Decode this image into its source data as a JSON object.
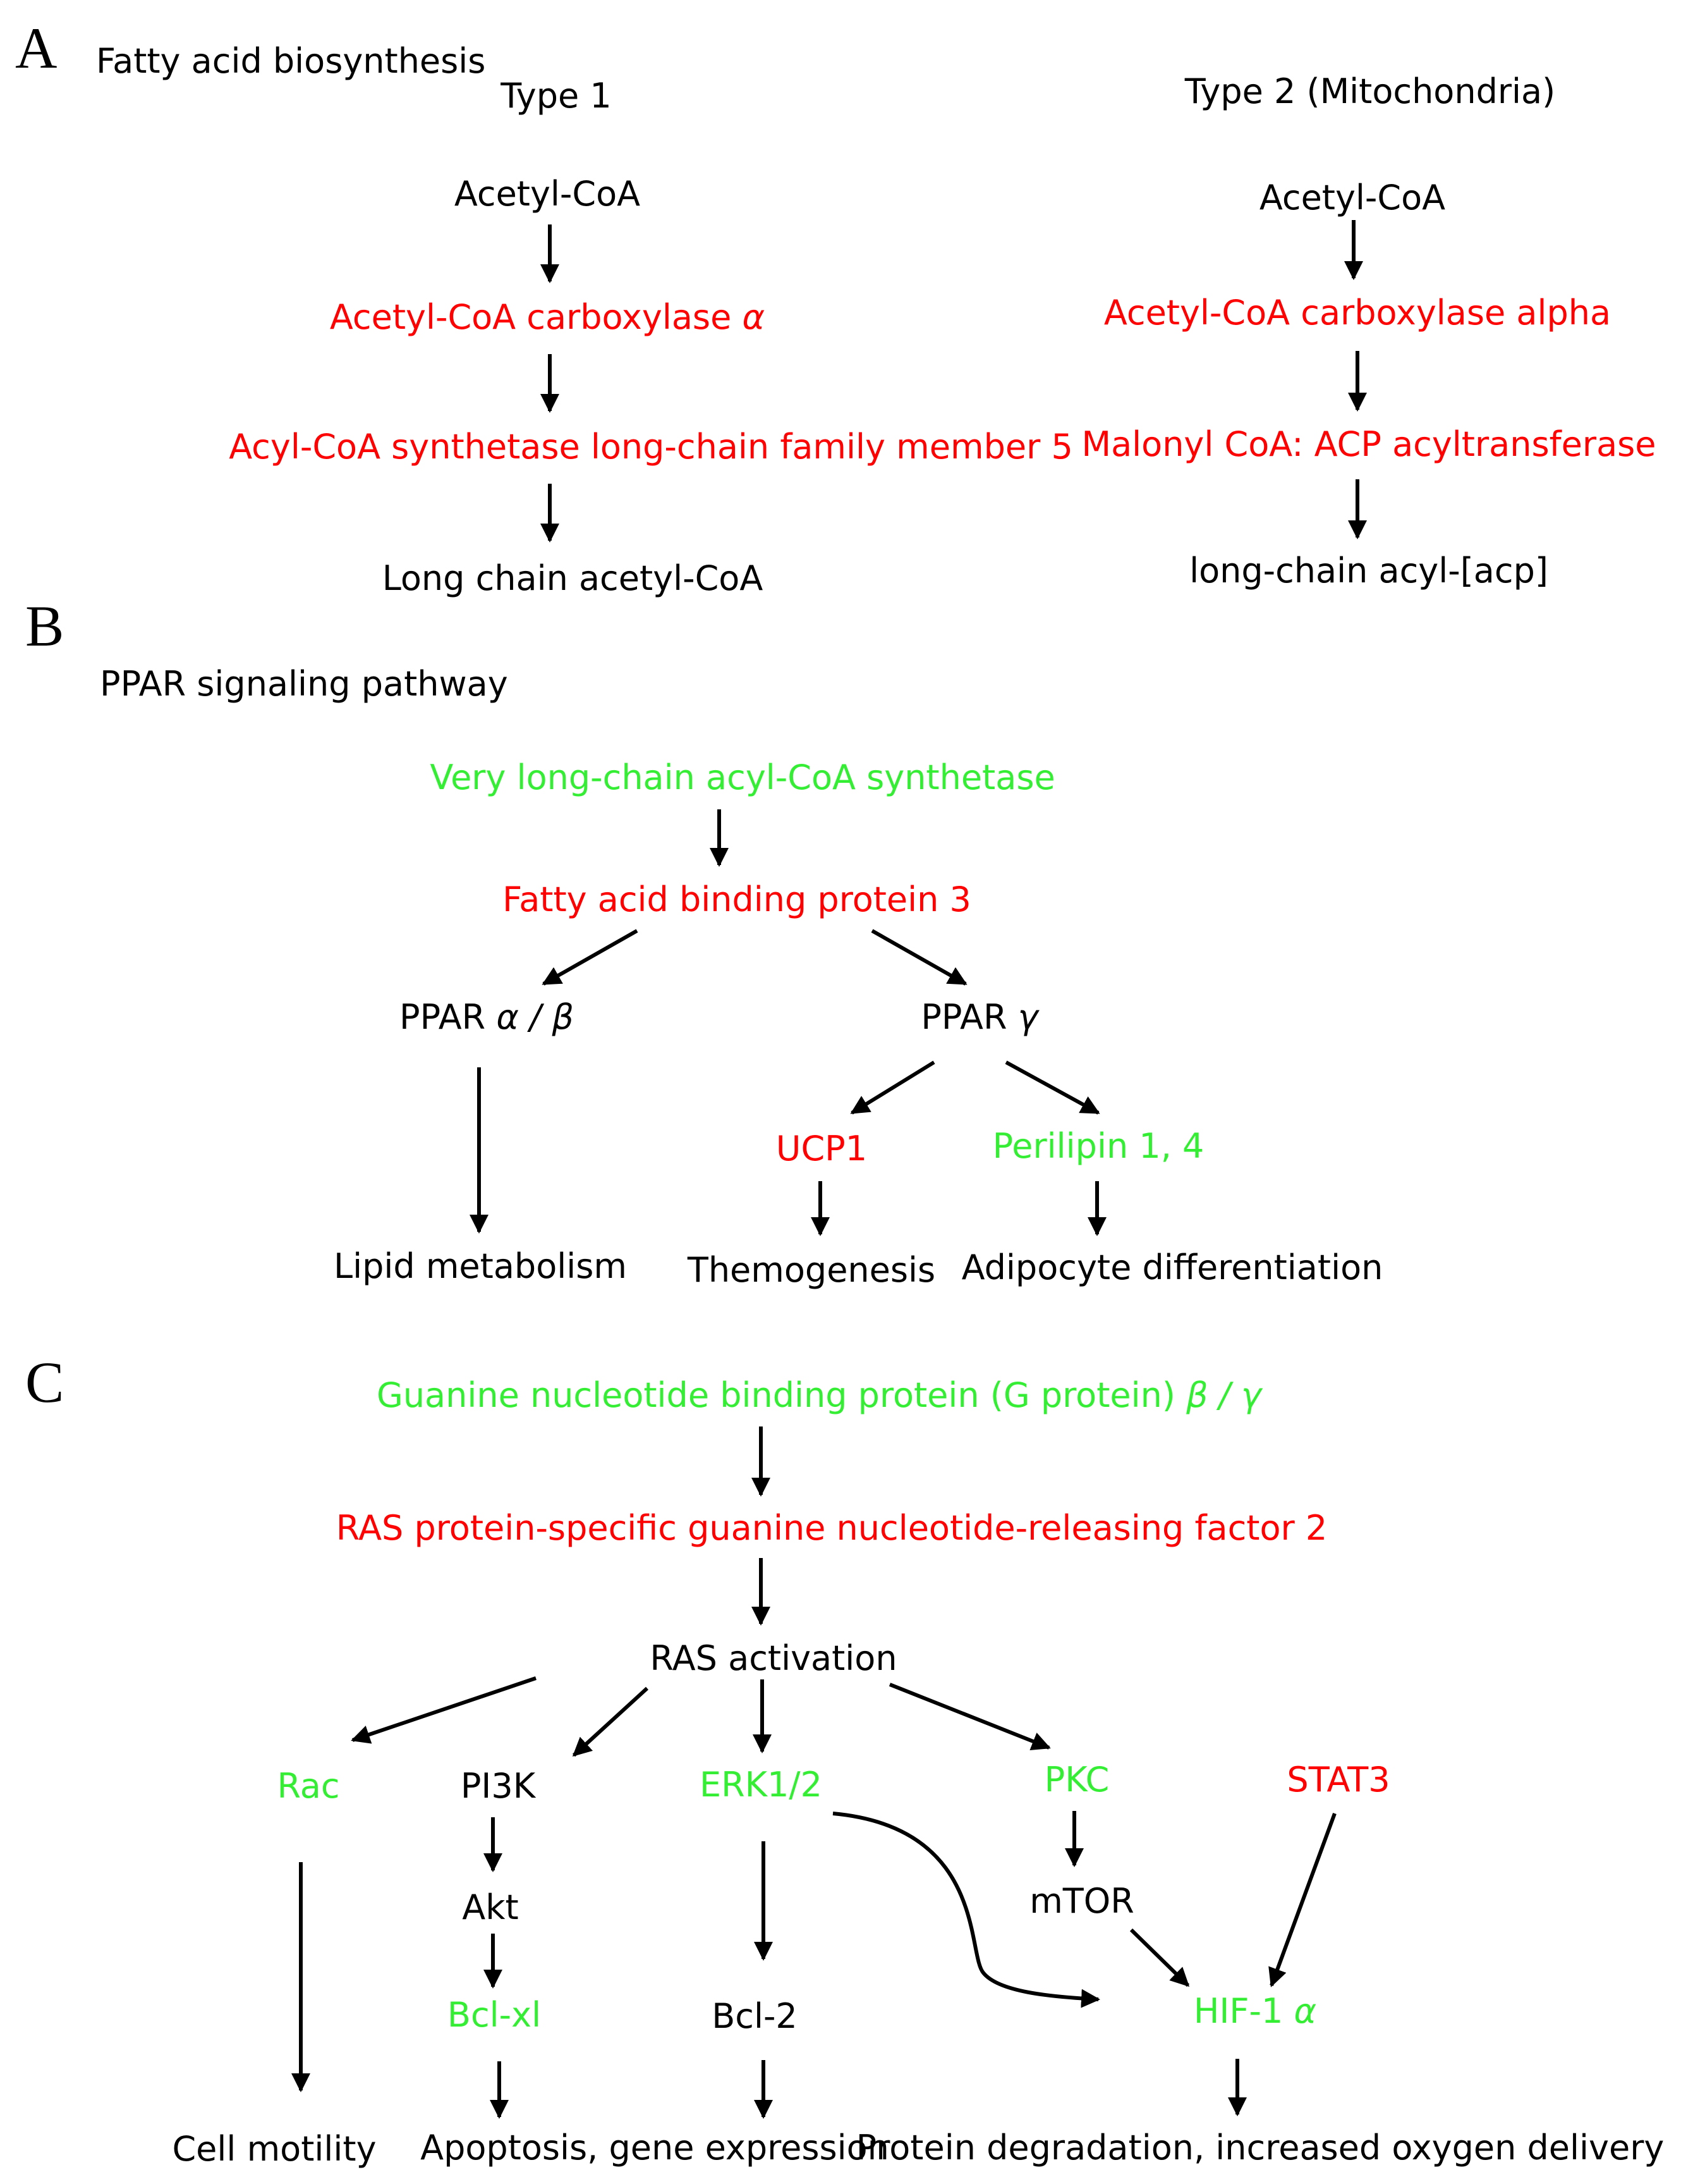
{
  "colors": {
    "up": "#ff0000",
    "down": "#33ee33",
    "neutral": "#000000"
  },
  "panel_a": {
    "letter": "A",
    "title": "Fatty acid biosynthesis",
    "type1": {
      "header": "Type 1",
      "n1": "Acetyl-CoA",
      "n2": "Acetyl-CoA carboxylase",
      "n2_greek": "α",
      "n3": "Acyl-CoA synthetase long-chain family member 5",
      "n4": "Long chain acetyl-CoA"
    },
    "type2": {
      "header": "Type 2 (Mitochondria)",
      "n1": "Acetyl-CoA",
      "n2": "Acetyl-CoA carboxylase alpha",
      "n3": "Malonyl CoA: ACP acyltransferase",
      "n4": "long-chain acyl-[acp]"
    }
  },
  "panel_b": {
    "letter": "B",
    "title": "PPAR signaling pathway",
    "vlcs": "Very long-chain acyl-CoA synthetase",
    "fabp3": "Fatty acid binding protein 3",
    "ppar_ab": "PPAR",
    "ppar_ab_greek": "α / β",
    "ppar_g": "PPAR",
    "ppar_g_greek": "γ",
    "ucp1": "UCP1",
    "perilipin": "Perilipin 1, 4",
    "lipid": "Lipid metabolism",
    "thermo": "Themogenesis",
    "adipo": "Adipocyte differentiation"
  },
  "panel_c": {
    "letter": "C",
    "gprotein": "Guanine nucleotide binding protein (G protein)",
    "gprotein_greek": "β / γ",
    "rasgrf2": "RAS protein-specific guanine nucleotide-releasing factor 2",
    "ras": "RAS activation",
    "rac": "Rac",
    "pi3k": "PI3K",
    "erk": "ERK1/2",
    "pkc": "PKC",
    "stat3": "STAT3",
    "akt": "Akt",
    "mtor": "mTOR",
    "bclxl": "Bcl-xl",
    "bcl2": "Bcl-2",
    "hif": "HIF-1",
    "hif_greek": "α",
    "motility": "Cell motility",
    "apoptosis": "Apoptosis, gene expression",
    "protein": "Protein degradation, increased oxygen delivery"
  }
}
